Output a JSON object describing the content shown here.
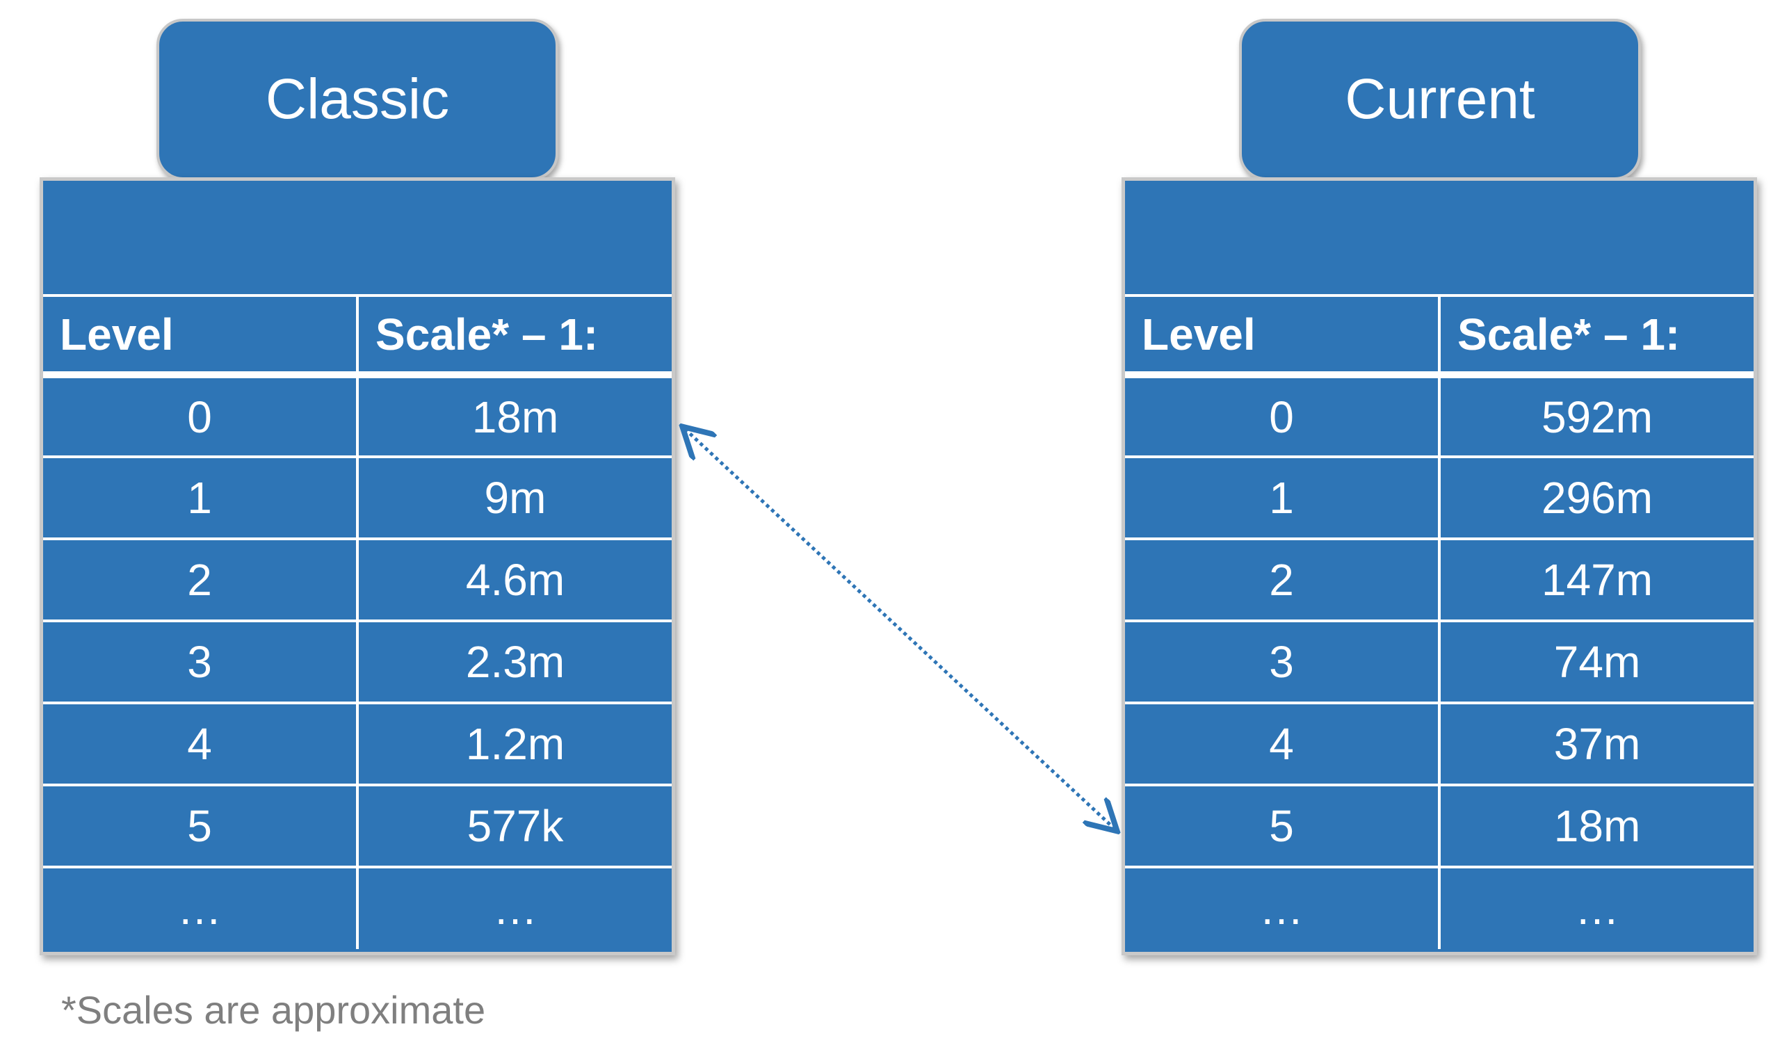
{
  "tables": [
    {
      "title": "Classic",
      "headers": [
        "Level",
        "Scale* – 1:"
      ],
      "rows": [
        [
          "0",
          "18m"
        ],
        [
          "1",
          "9m"
        ],
        [
          "2",
          "4.6m"
        ],
        [
          "3",
          "2.3m"
        ],
        [
          "4",
          "1.2m"
        ],
        [
          "5",
          "577k"
        ],
        [
          "…",
          "…"
        ]
      ]
    },
    {
      "title": "Current",
      "headers": [
        "Level",
        "Scale* – 1:"
      ],
      "rows": [
        [
          "0",
          "592m"
        ],
        [
          "1",
          "296m"
        ],
        [
          "2",
          "147m"
        ],
        [
          "3",
          "74m"
        ],
        [
          "4",
          "37m"
        ],
        [
          "5",
          "18m"
        ],
        [
          "…",
          "…"
        ]
      ]
    }
  ],
  "footnote": "*Scales are approximate",
  "colors": {
    "fill": "#2e75b6",
    "grid": "#ffffff",
    "footnote": "#7f7f7f"
  }
}
